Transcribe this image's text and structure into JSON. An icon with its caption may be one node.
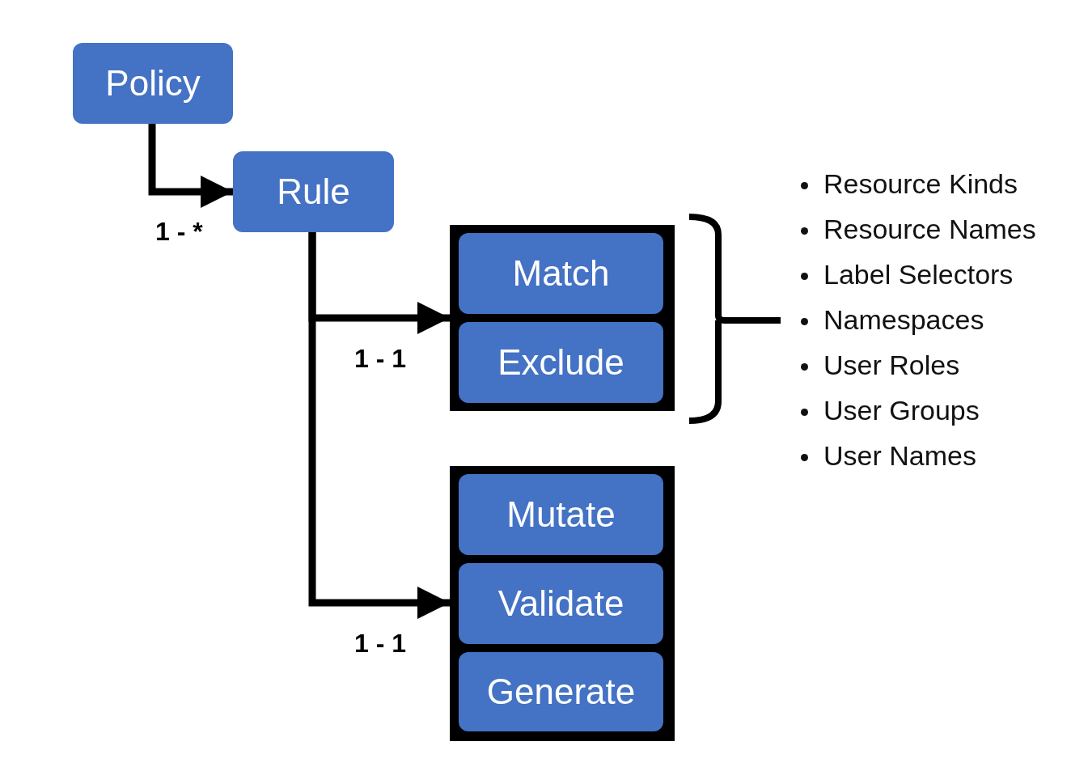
{
  "diagram": {
    "nodes": [
      {
        "text": [
          "Policy"
        ]
      },
      {
        "text": [
          "Rule"
        ]
      },
      {
        "text": [],
        "shape": "box"
      },
      {
        "text": [
          "Match"
        ],
        "in": 2
      },
      {
        "text": [
          "Exclude"
        ],
        "in": 2
      },
      {
        "text": [],
        "shape": "box"
      },
      {
        "text": [
          "Mutate"
        ],
        "in": 5
      },
      {
        "text": [
          "Validate"
        ],
        "in": 5
      },
      {
        "text": [
          "Generate"
        ],
        "in": 5
      }
    ],
    "edges": [
      {
        "from": 0,
        "to": 1,
        "arrow": "to",
        "label": "1 - *"
      },
      {
        "from": 1,
        "to": 2,
        "arrow": "to",
        "label": "1 - 1"
      },
      {
        "from": 1,
        "to": 5,
        "arrow": "to",
        "label": "1 - 1"
      }
    ],
    "labels": [
      "Resource Kinds",
      "Resource Names",
      "Label Selectors",
      "Namespaces",
      "User Roles",
      "User Groups",
      "User Names"
    ]
  }
}
